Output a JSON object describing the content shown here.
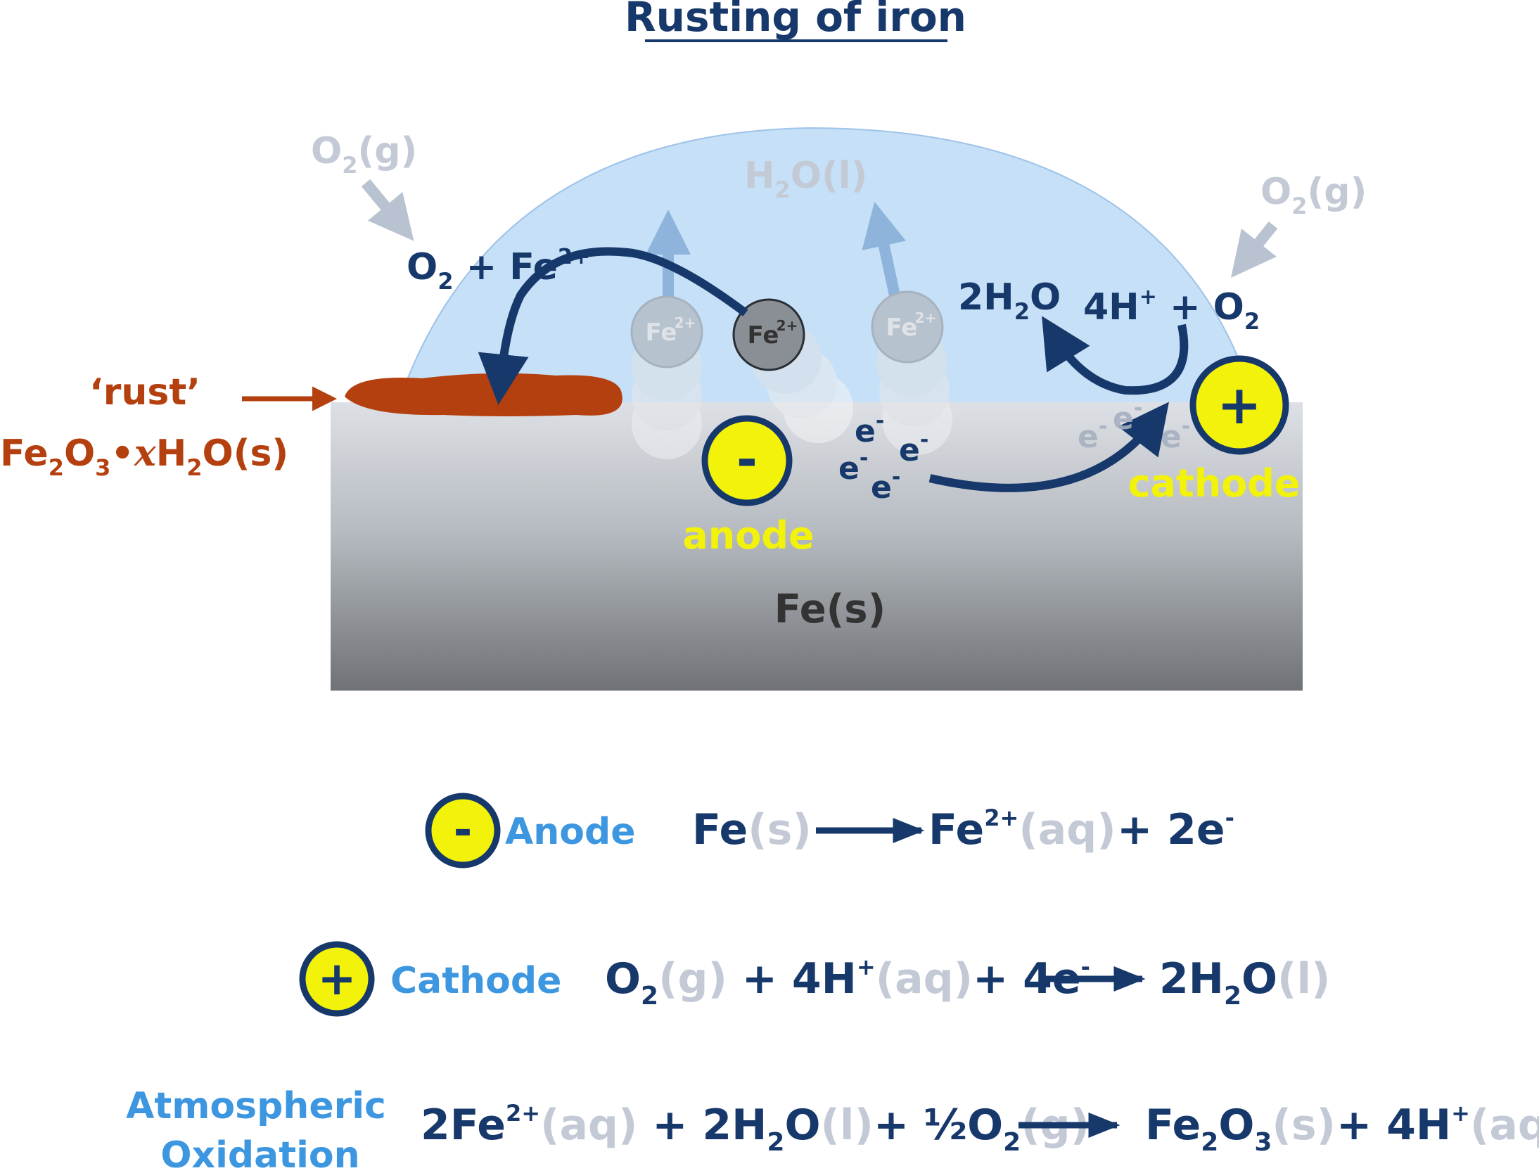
{
  "title": "Rusting of iron",
  "scene": {
    "metal": "Fe(s)",
    "o2_left": {
      "a": "O",
      "sub": "2",
      "b": "(g)"
    },
    "o2_right": {
      "a": "O",
      "sub": "2",
      "b": "(g)"
    },
    "water": {
      "a": "H",
      "sub": "2",
      "b": "O(l)"
    },
    "anode_reaction": {
      "a": "O",
      "sub": "2",
      "b": " + Fe",
      "sup": "2+"
    },
    "cathode_product": {
      "a": "2H",
      "sub": "2",
      "b": "O"
    },
    "cathode_reactants": {
      "a": "4H",
      "sup": "+",
      "b": " + O",
      "sub": "2"
    },
    "fe_ion": "Fe",
    "fe_ion_charge": "2+",
    "electron": "e",
    "electron_charge": "-",
    "rust_label": "‘rust’",
    "rust_formula": {
      "a": "Fe",
      "s1": "2",
      "b": "O",
      "s2": "3",
      "dot": "•",
      "x": "x",
      "c": "H",
      "s3": "2",
      "d": "O(s)"
    },
    "anode_sign": "-",
    "anode_label": "anode",
    "cathode_sign": "+",
    "cathode_label": "cathode"
  },
  "equations": {
    "anode": {
      "sign": "-",
      "label": "Anode",
      "fe": "Fe",
      "fe_state": "(s)",
      "prod": "Fe",
      "prod_sup": "2+",
      "prod_state": "(aq)",
      "electrons": "+ 2e",
      "electrons_sup": "-"
    },
    "cathode": {
      "sign": "+",
      "label": "Cathode",
      "o": "O",
      "o_sub": "2",
      "o_state": "(g)",
      "h": " + 4H",
      "h_sup": "+",
      "h_state": "(aq)",
      "e": "+ 4e",
      "e_sup": "-",
      "prod": "2H",
      "prod_sub": "2",
      "prod_o": "O",
      "prod_state": "(l)"
    },
    "atmospheric": {
      "label1": "Atmospheric",
      "label2": "Oxidation",
      "fe": "2Fe",
      "fe_sup": "2+",
      "fe_state": "(aq)",
      "w": " + 2H",
      "w_sub": "2",
      "w_o": "O",
      "w_state": "(l)",
      "o": "+ ½O",
      "o_sub": "2",
      "o_state": "(g)",
      "p": "Fe",
      "p_s1": "2",
      "p_o": "O",
      "p_s2": "3",
      "p_state": "(s)",
      "h": "+ 4H",
      "h_sup": "+",
      "h_state": "(aq)"
    }
  },
  "colors": {
    "navy": "#17386b",
    "state_grey": "#c3cad6",
    "label_blue": "#3d96e0",
    "electrode_yellow": "#f2f20a",
    "rust": "#b5400f",
    "droplet": "#c5e0f7"
  }
}
